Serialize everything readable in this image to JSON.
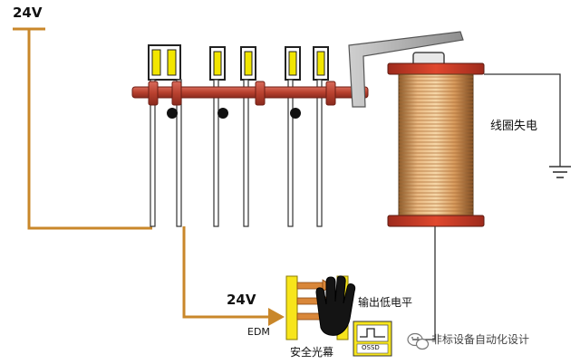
{
  "labels": {
    "supply_voltage_top": "24V",
    "supply_voltage_edm": "24V",
    "coil_state": "线圈失电",
    "output_state": "输出低电平",
    "edm": "EDM",
    "light_curtain": "安全光幕",
    "ossd": "OSSD"
  },
  "watermark": {
    "text": "非标设备自动化设计",
    "icon": "wechat-icon"
  },
  "colors": {
    "wire": "#c9872a",
    "bus": "#c0504d",
    "coil_cap": "#cc3322",
    "contact": "#f2e600",
    "curtain": "#f7e51b",
    "beam": "#d9873a",
    "lever": "#a9a9a9"
  },
  "icons": [
    "hand-icon",
    "ground-icon",
    "pulse-icon",
    "wechat-icon"
  ]
}
